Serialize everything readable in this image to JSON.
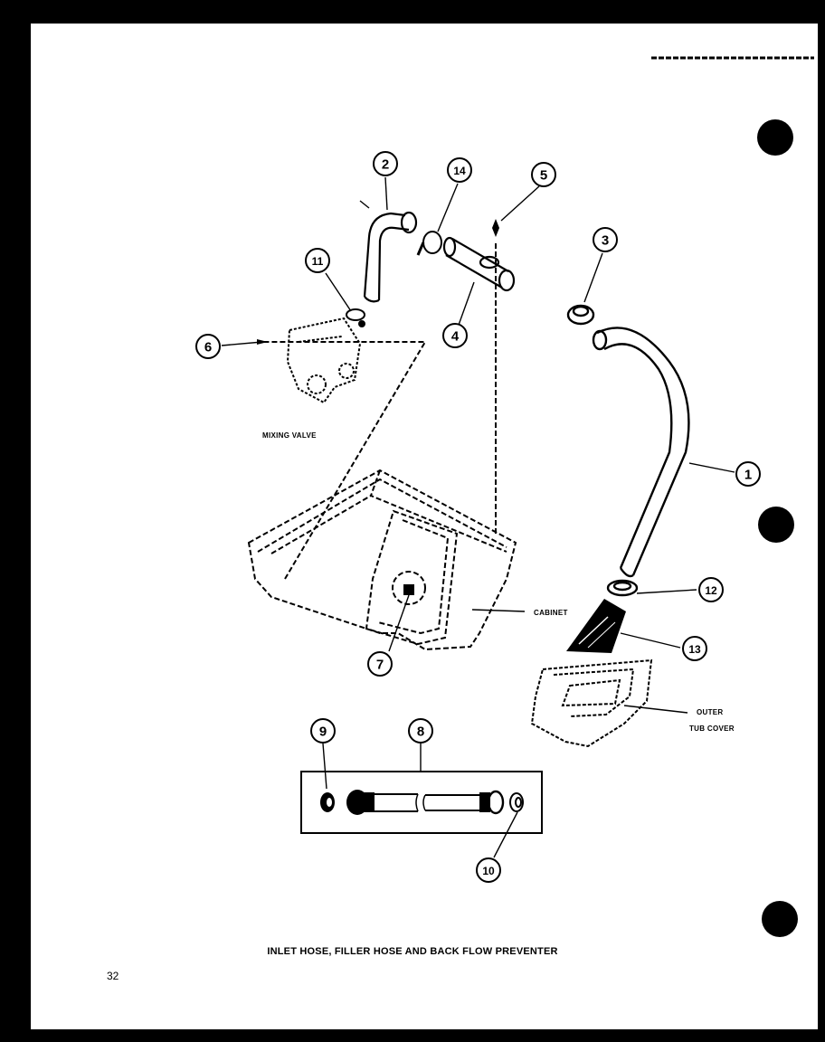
{
  "title": "INLET HOSE, FILLER HOSE AND BACK FLOW PREVENTER",
  "page_number": "32",
  "labels": {
    "mixing_valve": "MIXING VALVE",
    "cabinet": "CABINET",
    "outer_tub_cover_line1": "OUTER",
    "outer_tub_cover_line2": "TUB COVER"
  },
  "callouts": {
    "c1": "1",
    "c2": "2",
    "c3": "3",
    "c4": "4",
    "c5": "5",
    "c6": "6",
    "c7": "7",
    "c8": "8",
    "c9": "9",
    "c10": "10",
    "c11": "11",
    "c12": "12",
    "c13": "13",
    "c14": "14"
  }
}
